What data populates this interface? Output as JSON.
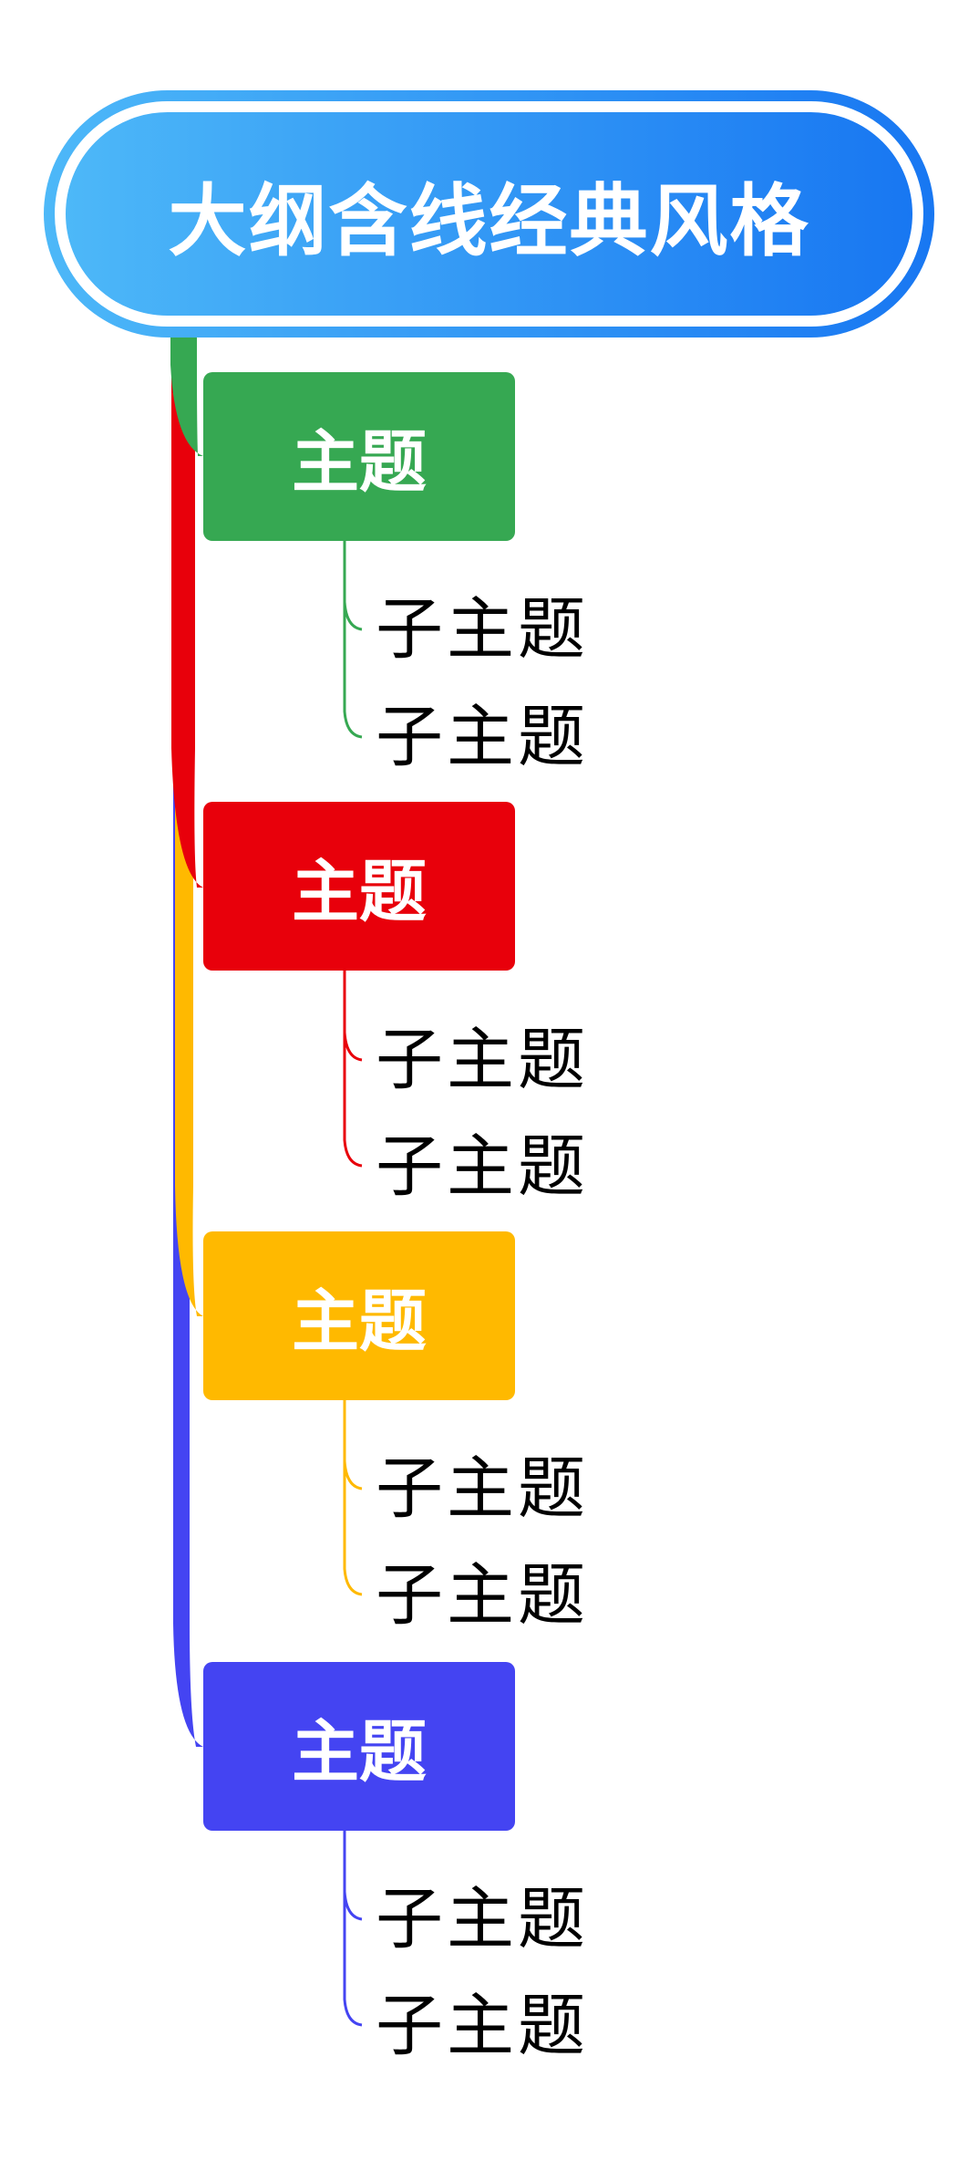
{
  "root": {
    "title": "大纲含线经典风格",
    "gradient_start": "#4DB8F8",
    "gradient_end": "#1877F2"
  },
  "topics": [
    {
      "label": "主题",
      "color": "#36A852",
      "subtopics": [
        {
          "label": "子主题"
        },
        {
          "label": "子主题"
        }
      ]
    },
    {
      "label": "主题",
      "color": "#E8000B",
      "subtopics": [
        {
          "label": "子主题"
        },
        {
          "label": "子主题"
        }
      ]
    },
    {
      "label": "主题",
      "color": "#FFB900",
      "subtopics": [
        {
          "label": "子主题"
        },
        {
          "label": "子主题"
        }
      ]
    },
    {
      "label": "主题",
      "color": "#4444F2",
      "subtopics": [
        {
          "label": "子主题"
        },
        {
          "label": "子主题"
        }
      ]
    }
  ]
}
